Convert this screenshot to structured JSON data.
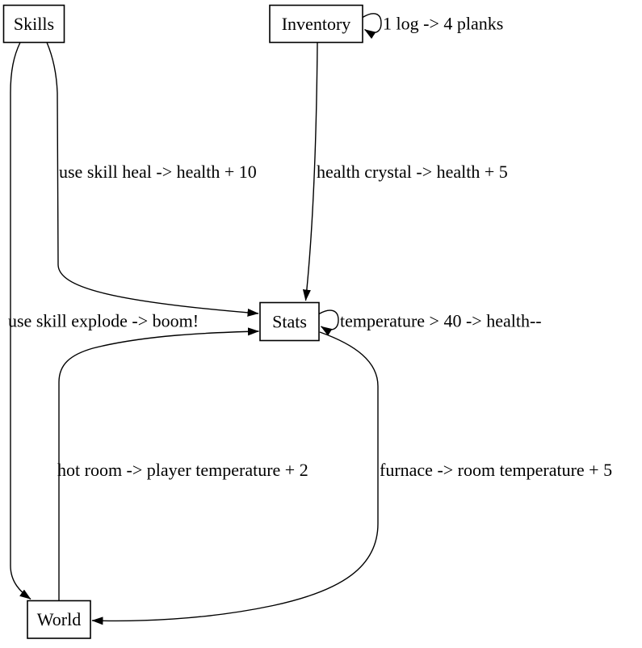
{
  "diagram": {
    "type": "directed-graph",
    "background_color": "#ffffff",
    "stroke_color": "#000000",
    "text_color": "#000000",
    "nodes": [
      {
        "id": "skills",
        "label": "Skills"
      },
      {
        "id": "inventory",
        "label": "Inventory"
      },
      {
        "id": "stats",
        "label": "Stats"
      },
      {
        "id": "world",
        "label": "World"
      }
    ],
    "edges": [
      {
        "from": "inventory",
        "to": "inventory",
        "label": "1 log -> 4 planks"
      },
      {
        "from": "skills",
        "to": "stats",
        "label": "use skill heal -> health + 10"
      },
      {
        "from": "inventory",
        "to": "stats",
        "label": "health crystal -> health + 5"
      },
      {
        "from": "skills",
        "to": "world",
        "label": "use skill explode -> boom!"
      },
      {
        "from": "stats",
        "to": "stats",
        "label": "temperature > 40 -> health--"
      },
      {
        "from": "world",
        "to": "stats",
        "label": "hot room -> player temperature + 2"
      },
      {
        "from": "stats",
        "to": "world",
        "label": "furnace -> room temperature + 5"
      }
    ]
  }
}
